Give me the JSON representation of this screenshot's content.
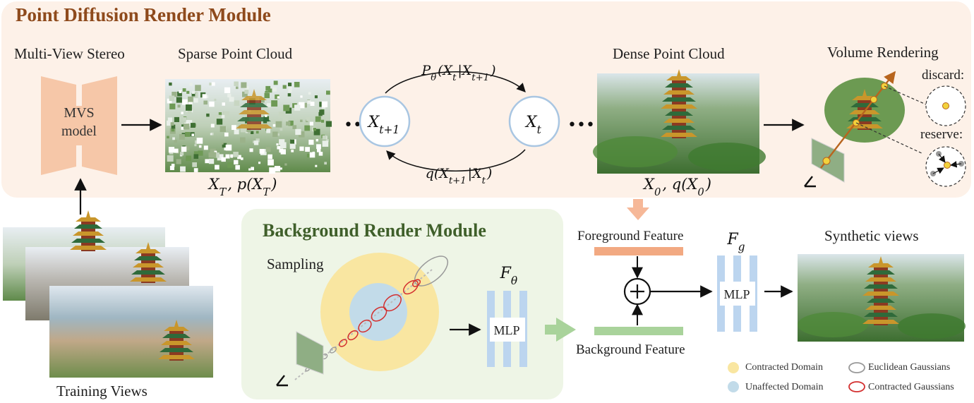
{
  "modules": {
    "point": {
      "title": "Point Diffusion Render Module"
    },
    "background": {
      "title": "Background Render Module"
    }
  },
  "labels": {
    "mvs_stereo": "Multi-View Stereo",
    "mvs_model_line1": "MVS",
    "mvs_model_line2": "model",
    "sparse": "Sparse Point Cloud",
    "sparse_math": "X_T, p(X_T)",
    "dense": "Dense Point Cloud",
    "dense_math": "X_0, q(X_0)",
    "volume": "Volume Rendering",
    "discard": "discard:",
    "reserve": "reserve:",
    "x_t1": "X_{t+1}",
    "x_t": "X_t",
    "p_theta": "P_θ(X_t|X_{t+1})",
    "q_cond": "q(X_{t+1}|X_t)",
    "ellipsis": "•••",
    "training": "Training Views",
    "sampling": "Sampling",
    "f_theta": "F_θ",
    "mlp": "MLP",
    "foreground_feature": "Foreground Feature",
    "background_feature": "Background Feature",
    "f_g": "F_g",
    "plus": "+",
    "synthetic": "Synthetic views"
  },
  "legend": {
    "contracted_domain": "Contracted Domain",
    "unaffected_domain": "Unaffected Domain",
    "euclidean_gaussians": "Euclidean Gaussians",
    "contracted_gaussians": "Contracted Gaussians"
  },
  "colors": {
    "point_panel": "#fdf1e8",
    "background_panel": "#eef5e6",
    "point_title": "#8e4a1c",
    "background_title": "#3f5f2a",
    "mvs_block": "#f6c7a8",
    "node_stroke": "#a9c6e2",
    "mlp_bar": "#bcd5ef",
    "foreground_bar": "#f2a982",
    "background_bar": "#a9d39b",
    "contracted_domain": "#f9e6a1",
    "unaffected_domain": "#c2dbe9",
    "contracted_gaussian": "#d32f2f",
    "euclidean_gaussian": "#999999",
    "ray": "#b8651e"
  },
  "icons": {
    "camera": "camera-icon",
    "plus": "plus-circle-icon"
  }
}
